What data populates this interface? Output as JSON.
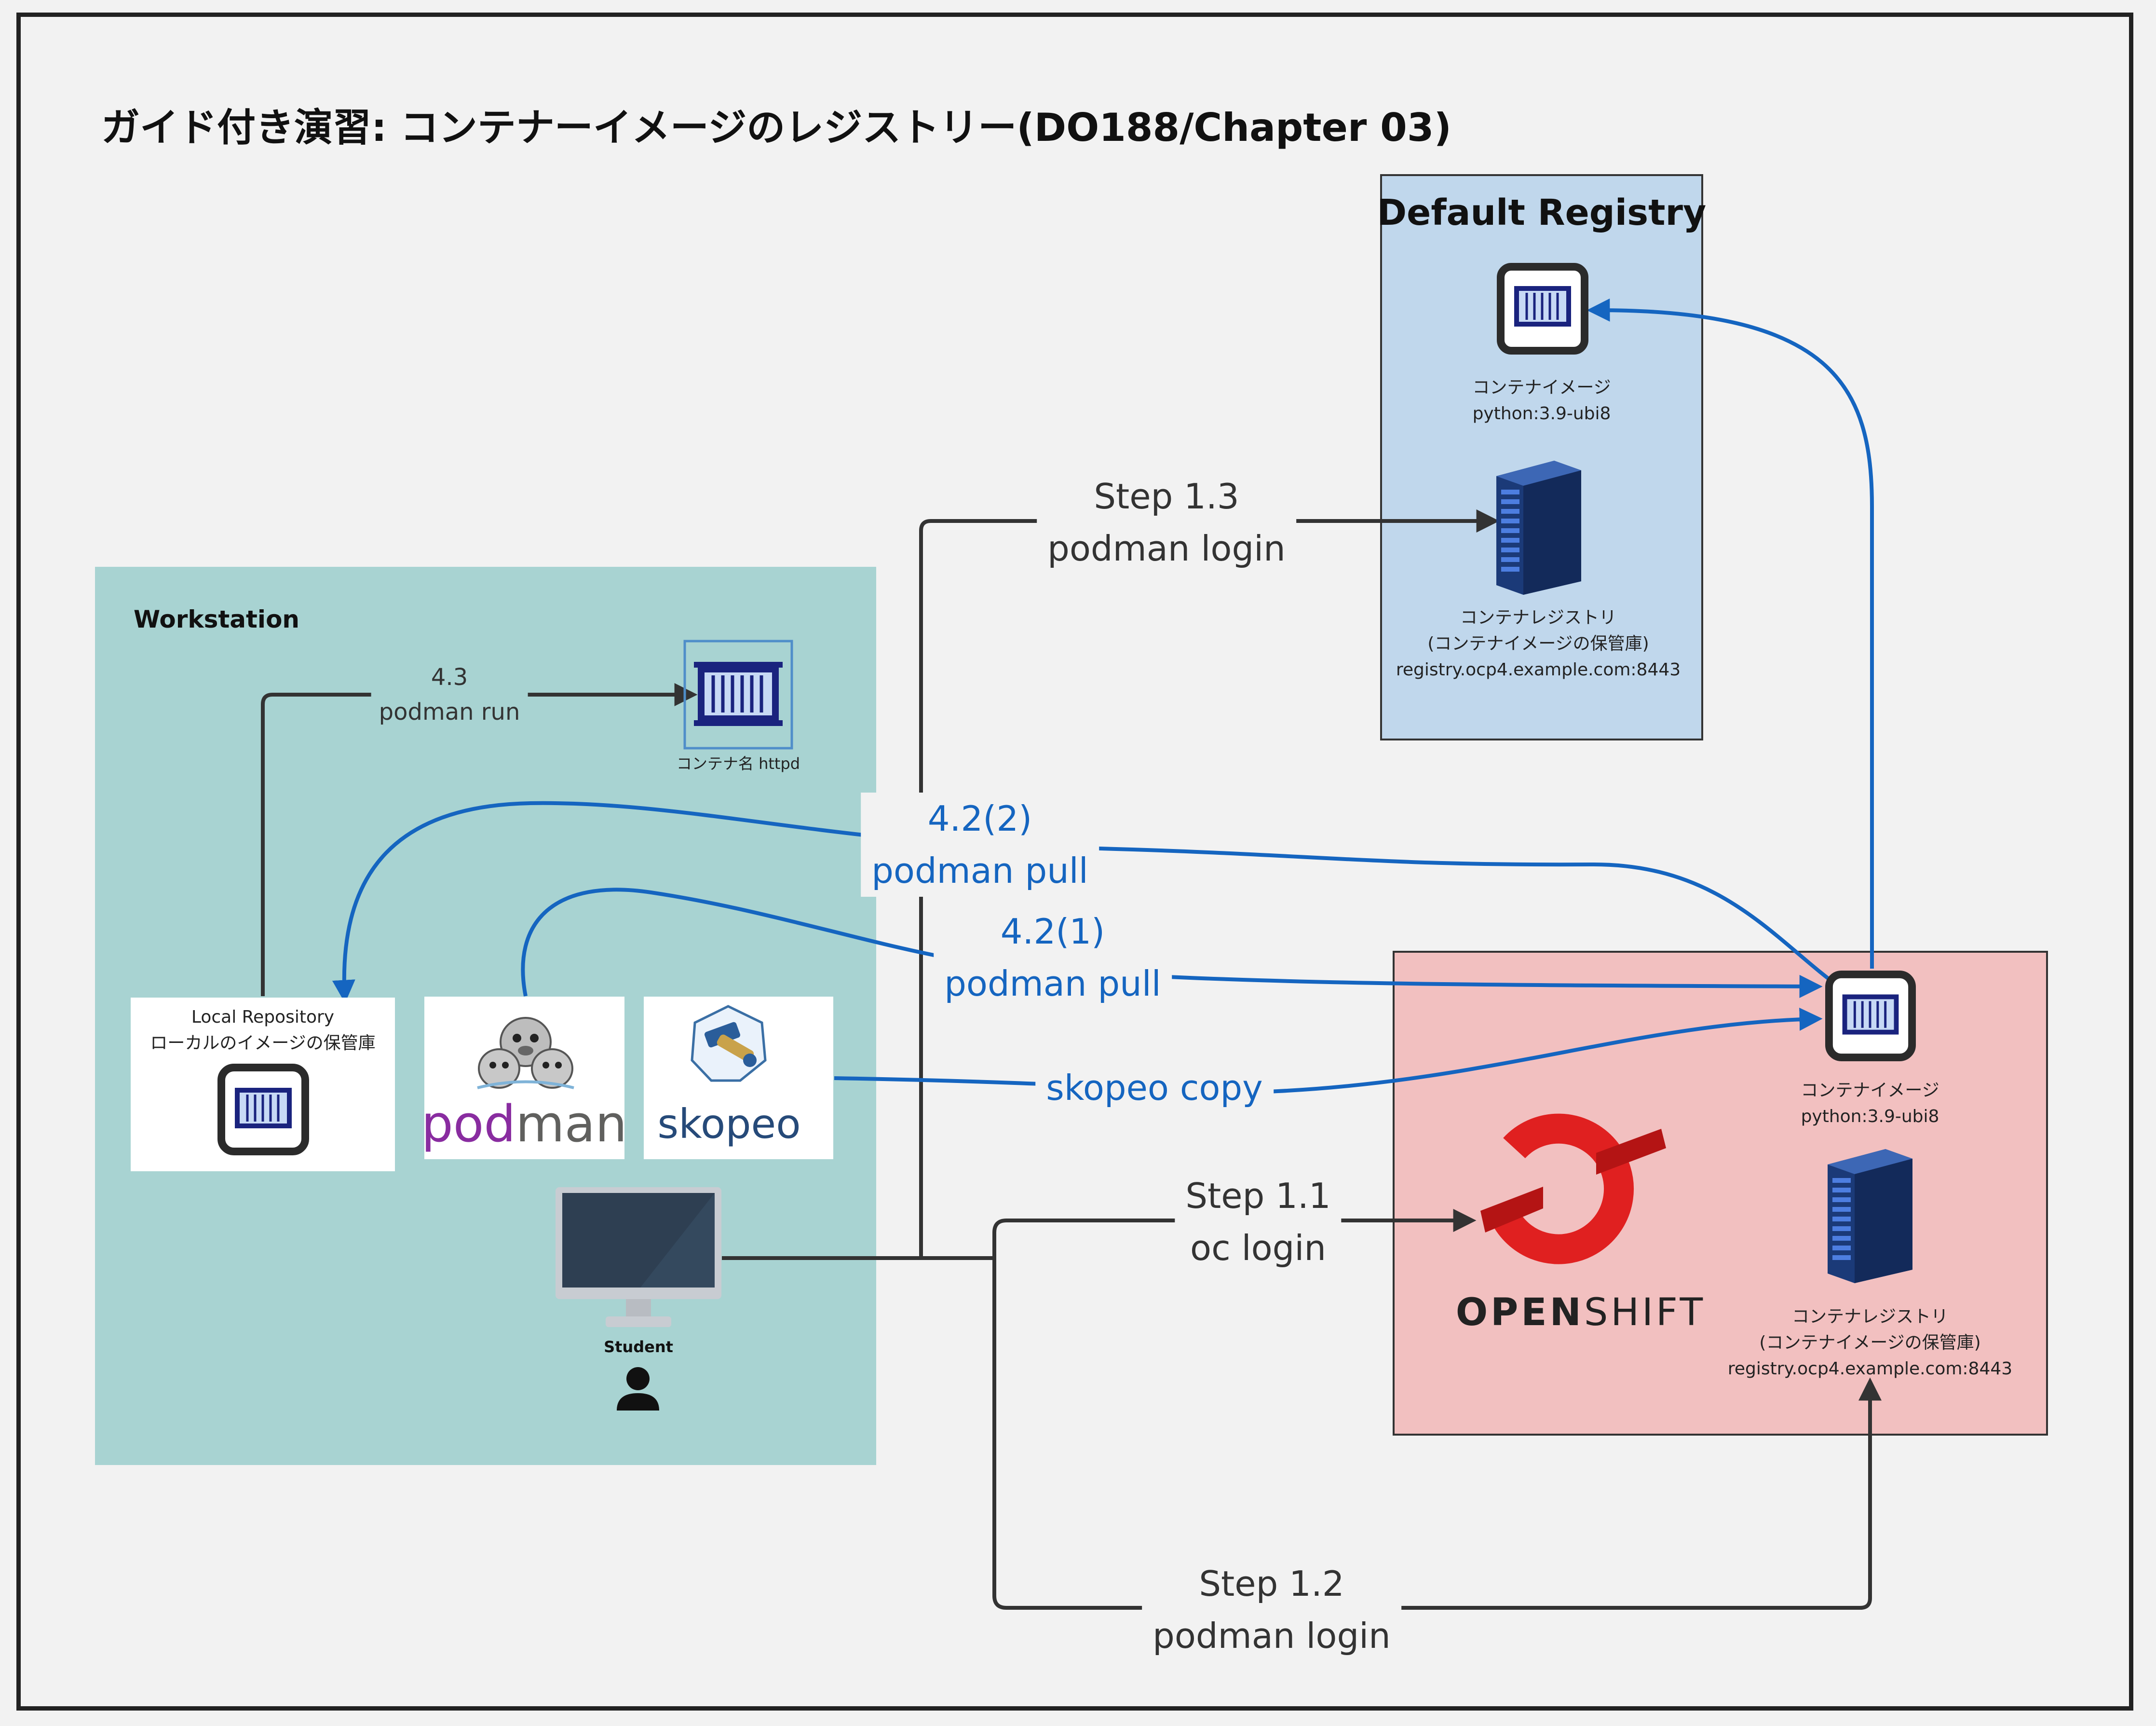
{
  "title": "ガイド付き演習: コンテナーイメージのレジストリー(DO188/Chapter 03)",
  "workstation": {
    "label": "Workstation",
    "container": {
      "caption": "コンテナ名 httpd"
    },
    "local_repo": {
      "line1": "Local Repository",
      "line2": "ローカルのイメージの保管庫"
    },
    "podman_logo": {
      "text_pod": "pod",
      "text_man": "man"
    },
    "skopeo_logo": {
      "text": "skopeo"
    },
    "student": {
      "label": "Student"
    }
  },
  "default_registry": {
    "title": "Default Registry",
    "image": {
      "line1": "コンテナイメージ",
      "line2": "python:3.9-ubi8"
    },
    "registry": {
      "line1": "コンテナレジストリ",
      "line2": "(コンテナイメージの保管庫)",
      "line3": "registry.ocp4.example.com:8443"
    }
  },
  "openshift": {
    "logo": {
      "text_open": "OPEN",
      "text_shift": "SHIFT"
    },
    "image": {
      "line1": "コンテナイメージ",
      "line2": "python:3.9-ubi8"
    },
    "registry": {
      "line1": "コンテナレジストリ",
      "line2": "(コンテナイメージの保管庫)",
      "line3": "registry.ocp4.example.com:8443"
    }
  },
  "edges": {
    "step_1_1": {
      "line1": "Step 1.1",
      "line2": "oc login"
    },
    "step_1_2": {
      "line1": "Step 1.2",
      "line2": "podman login"
    },
    "step_1_3": {
      "line1": "Step 1.3",
      "line2": "podman login"
    },
    "step_4_2_1": {
      "line1": "4.2(1)",
      "line2": "podman pull"
    },
    "step_4_2_2": {
      "line1": "4.2(2)",
      "line2": "podman pull"
    },
    "step_4_3": {
      "line1": "4.3",
      "line2": "podman run"
    },
    "skopeo_copy": {
      "label": "skopeo copy"
    }
  },
  "colors": {
    "background": "#f2f2f2",
    "workstation": "#a8d3d2",
    "default_registry": "#c0d7ec",
    "openshift_zone": "#f2c0c0",
    "blue_arrow": "#1565c0",
    "dark_arrow": "#333333",
    "openshift_red": "#e02020"
  }
}
